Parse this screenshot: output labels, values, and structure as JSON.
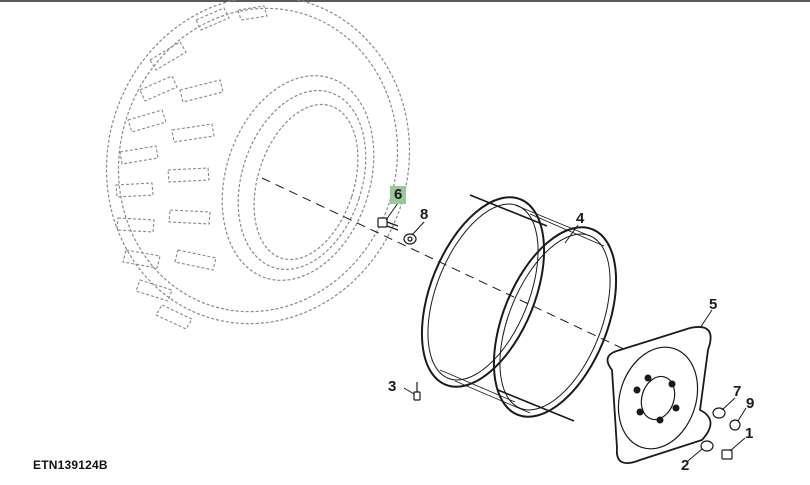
{
  "figure": {
    "id": "ETN139124B"
  },
  "callouts": {
    "c1": "1",
    "c2": "2",
    "c3": "3",
    "c4": "4",
    "c5": "5",
    "c6": "6",
    "c7": "7",
    "c8": "8",
    "c9": "9"
  },
  "colors": {
    "line": "#1a1a1a",
    "dashed": "#8a8a8a",
    "highlight": "#9bc79b"
  }
}
